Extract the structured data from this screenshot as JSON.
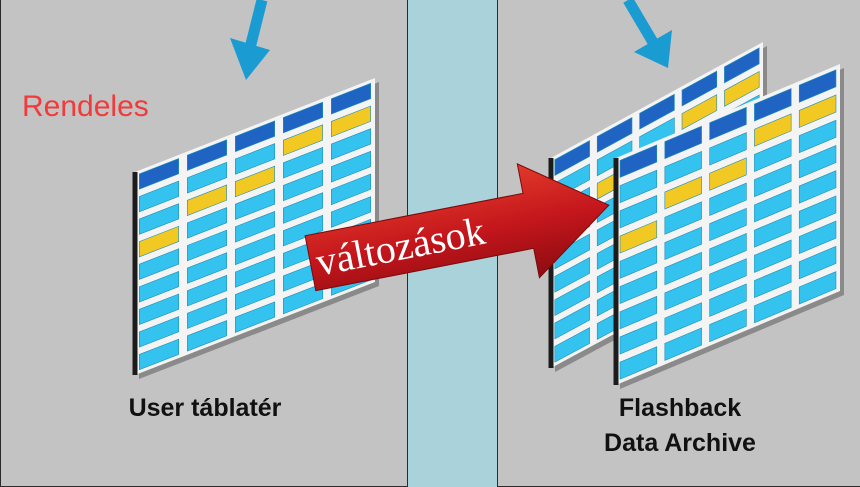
{
  "table_label": "Rendeles",
  "left_caption": "User táblatér",
  "right_caption_line1": "Flashback",
  "right_caption_line2": "Data Archive",
  "arrow_label": "változások",
  "colors": {
    "background": "#a9d2da",
    "panel": "#c3c3c3",
    "cell_dark_blue": "#1f64c2",
    "cell_light_blue": "#34c3ee",
    "cell_yellow": "#f2c823",
    "arrow_red": "#cc1a1a",
    "blue_arrow": "#1a9bd1",
    "label_red": "#f13a3a"
  }
}
